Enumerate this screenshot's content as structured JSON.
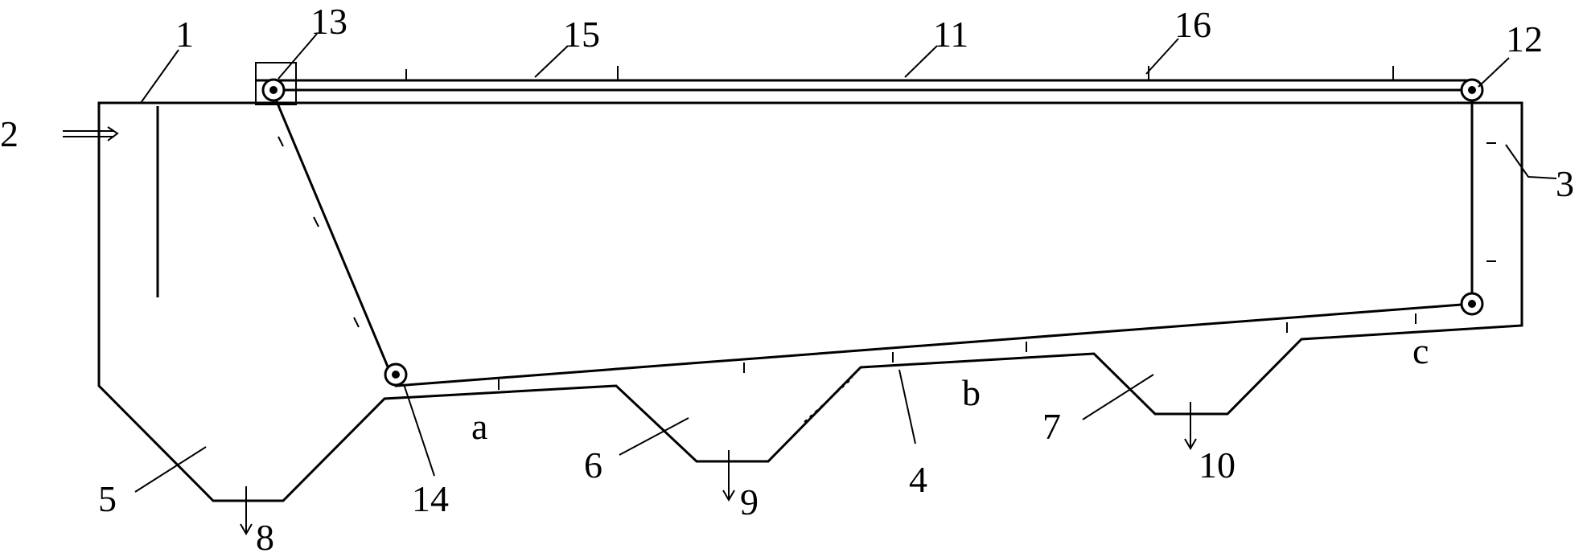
{
  "labels": {
    "n1": "1",
    "n2": "2",
    "n3": "3",
    "n4": "4",
    "n5": "5",
    "n6": "6",
    "n7": "7",
    "n8": "8",
    "n9": "9",
    "n10": "10",
    "n11": "11",
    "n12": "12",
    "n13": "13",
    "n14": "14",
    "n15": "15",
    "n16": "16",
    "a": "a",
    "b": "b",
    "c": "c"
  },
  "colors": {
    "line": "#000000",
    "background": "#ffffff"
  }
}
